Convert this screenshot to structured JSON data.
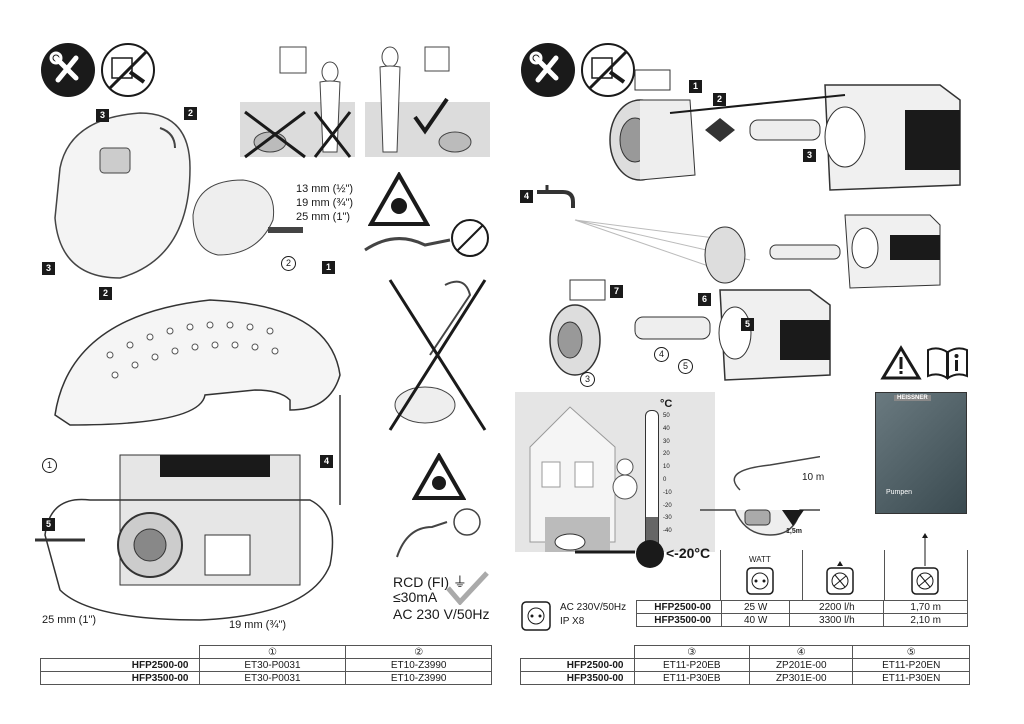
{
  "left": {
    "callouts": {
      "n1": "1",
      "n2": "2",
      "n3": "3",
      "n4": "4",
      "n5": "5",
      "c1": "1",
      "c2": "2"
    },
    "hose_sizes": [
      "13 mm (½\")",
      "19 mm (¾\")",
      "25 mm (1\")"
    ],
    "label_25": "25 mm (1\")",
    "label_19": "19 mm (¾\")",
    "rcd": {
      "line1": "RCD (FI)",
      "line2": "≤30mA",
      "line3": "AC 230 V/50Hz"
    },
    "table": {
      "headers": [
        "①",
        "②"
      ],
      "rows": [
        {
          "model": "HFP2500-00",
          "c1": "ET30-P0031",
          "c2": "ET10-Z3990"
        },
        {
          "model": "HFP3500-00",
          "c1": "ET30-P0031",
          "c2": "ET10-Z3990"
        }
      ]
    }
  },
  "right": {
    "callouts": {
      "n1": "1",
      "n2": "2",
      "n3": "3",
      "n4": "4",
      "n5": "5",
      "n6": "6",
      "n7": "7",
      "c3": "3",
      "c4": "4",
      "c5": "5"
    },
    "thermo_unit": "°C",
    "thermo_ticks": [
      "50",
      "40",
      "30",
      "20",
      "10",
      "0",
      "-10",
      "-20",
      "-30",
      "-40"
    ],
    "temp_limit": "<-20°C",
    "cable": "10 m",
    "depth": "1,5m",
    "brand": "HEISSNER",
    "manual_title": "Pumpen",
    "power": {
      "line1": "AC 230V/50Hz",
      "line2": "IP X8"
    },
    "spec_table": {
      "watt_label": "WATT",
      "rows": [
        {
          "model": "HFP2500-00",
          "watt": "25 W",
          "flow": "2200 l/h",
          "height": "1,70 m"
        },
        {
          "model": "HFP3500-00",
          "watt": "40 W",
          "flow": "3300 l/h",
          "height": "2,10 m"
        }
      ]
    },
    "parts_table": {
      "headers": [
        "③",
        "④",
        "⑤"
      ],
      "rows": [
        {
          "model": "HFP2500-00",
          "c3": "ET11-P20EB",
          "c4": "ZP201E-00",
          "c5": "ET11-P20EN"
        },
        {
          "model": "HFP3500-00",
          "c3": "ET11-P30EB",
          "c4": "ZP301E-00",
          "c5": "ET11-P30EN"
        }
      ]
    }
  }
}
